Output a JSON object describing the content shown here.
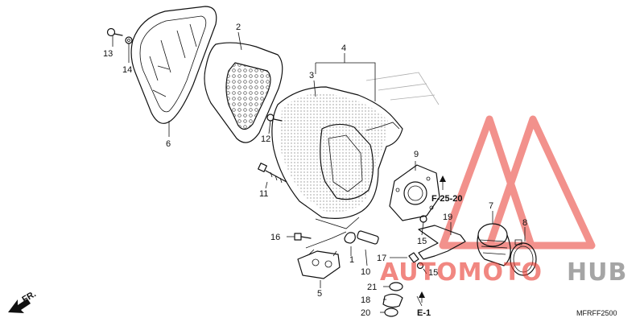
{
  "diagram": {
    "callouts": {
      "c1": "1",
      "c2": "2",
      "c3": "3",
      "c4": "4",
      "c5": "5",
      "c6": "6",
      "c7": "7",
      "c8": "8",
      "c9": "9",
      "c10": "10",
      "c11": "11",
      "c12": "12",
      "c13": "13",
      "c14": "14",
      "c15a": "15",
      "c15b": "15",
      "c16": "16",
      "c17": "17",
      "c18": "18",
      "c19": "19",
      "c20": "20",
      "c21": "21"
    },
    "references": {
      "f2520": "F-25-20",
      "e1": "E-1",
      "front": "FR."
    },
    "diagram_code": "MFRFF2500"
  },
  "watermark": {
    "part1": "AUTOMOTO",
    "part2": "HUB",
    "colors": {
      "primary": "#e8392f",
      "secondary": "#6b6b6b"
    }
  }
}
